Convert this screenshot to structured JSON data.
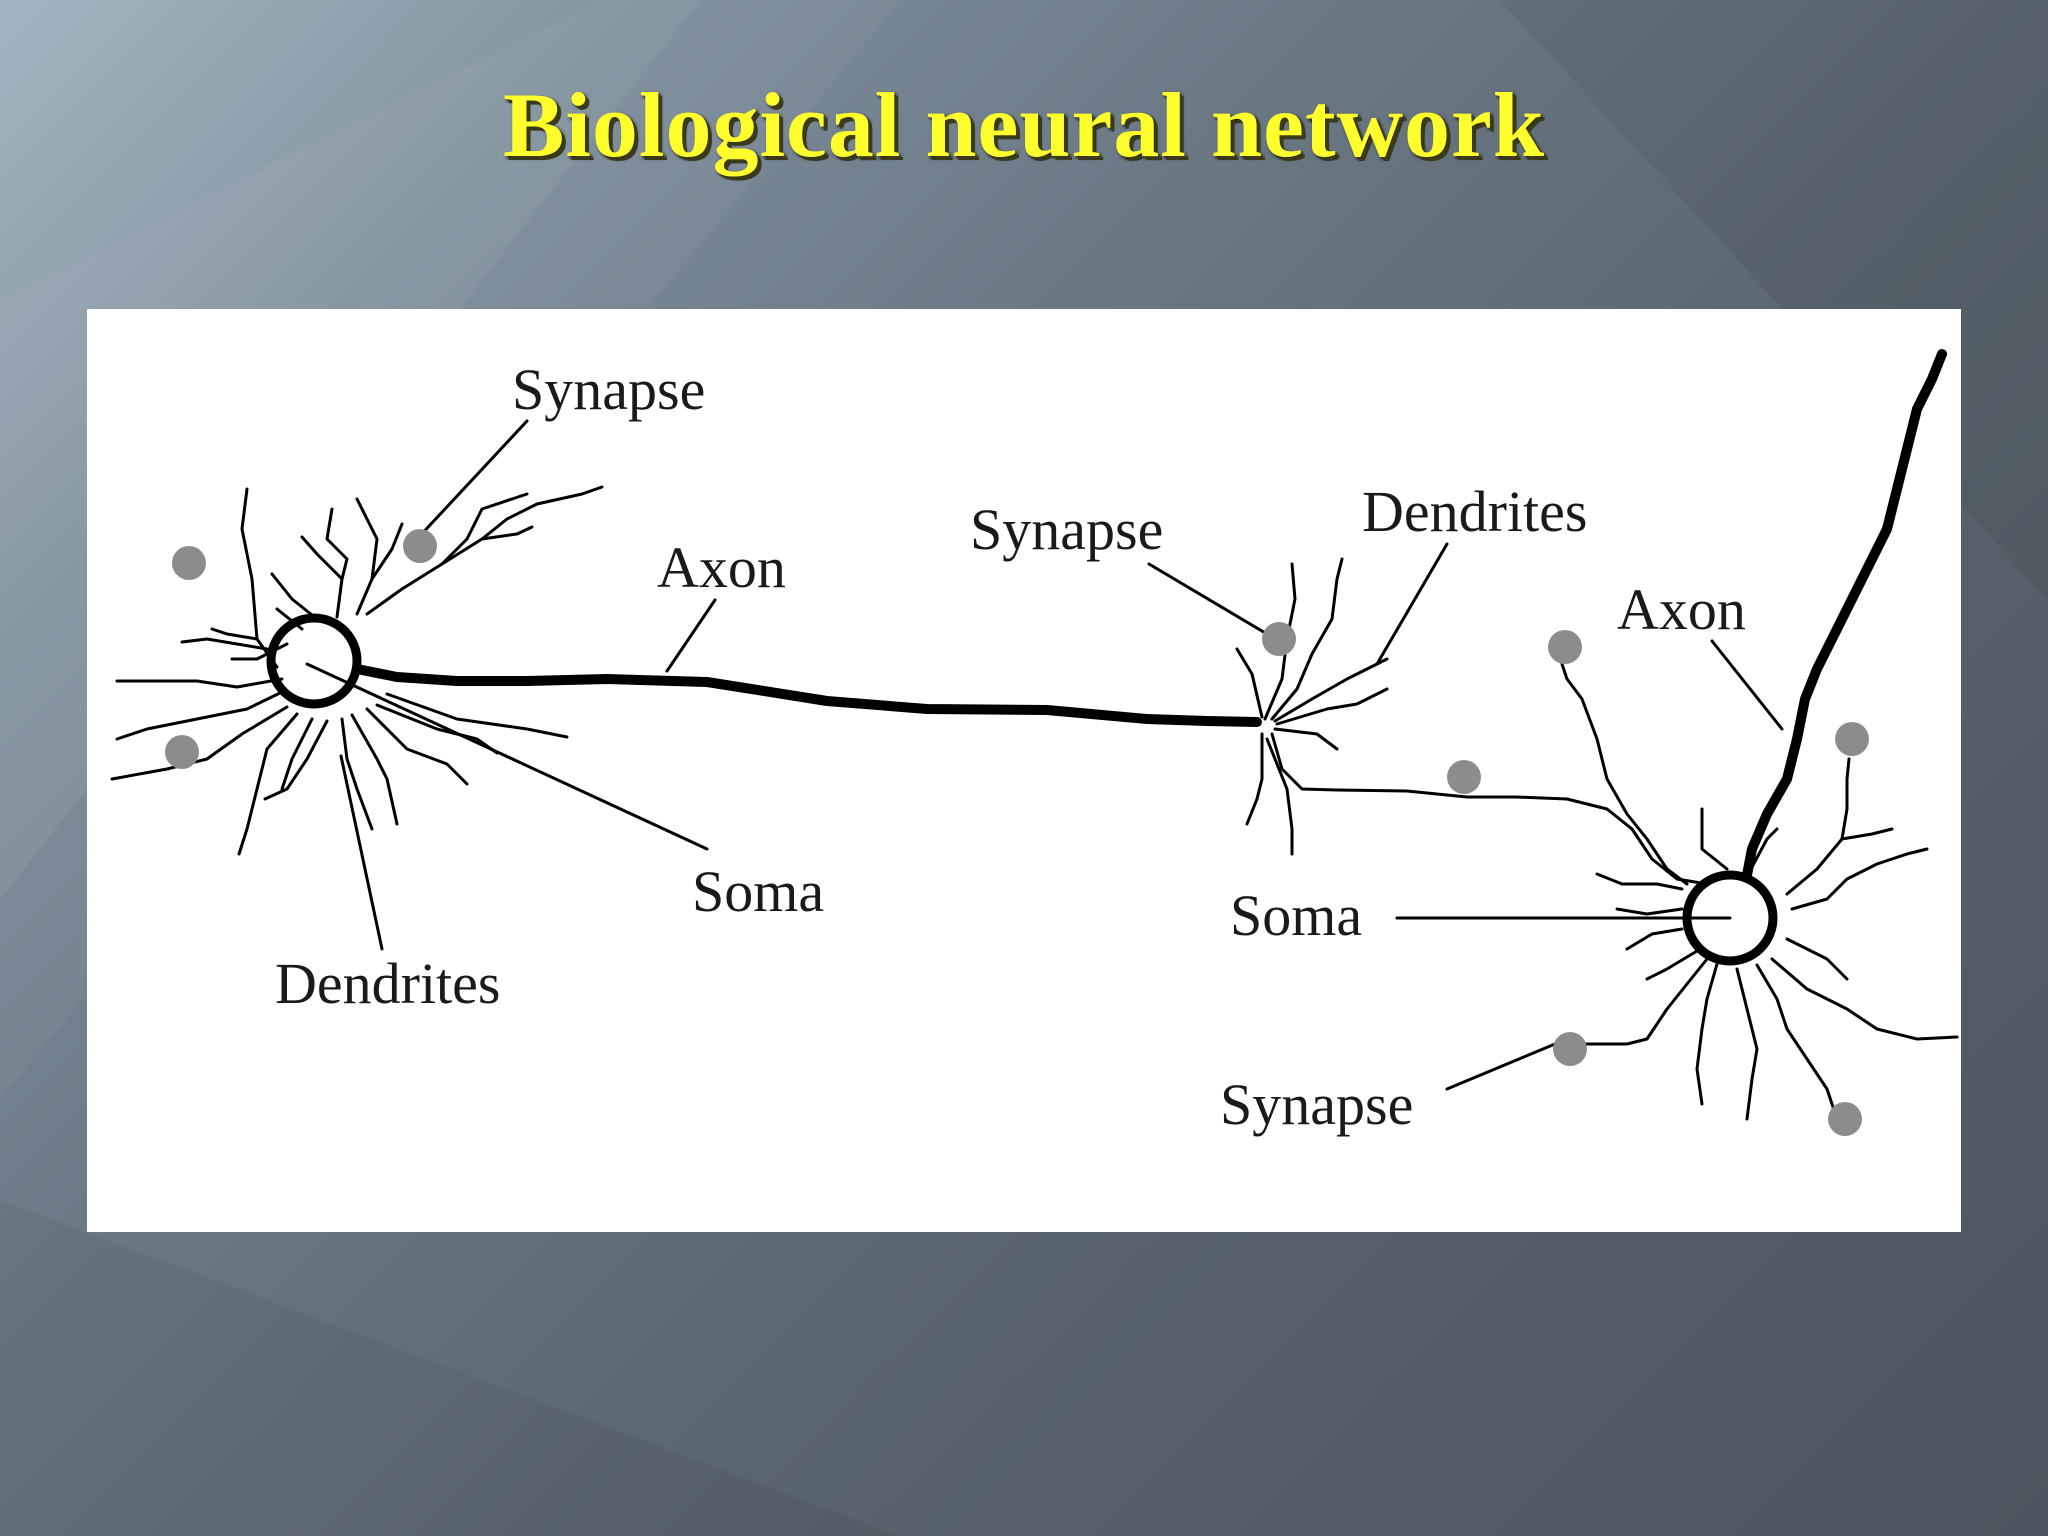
{
  "slide": {
    "title": "Biological neural network"
  },
  "diagram": {
    "labels": {
      "synapse_top_left": "Synapse",
      "axon_left": "Axon",
      "soma_left": "Soma",
      "dendrites_left": "Dendrites",
      "synapse_middle": "Synapse",
      "dendrites_middle": "Dendrites",
      "axon_right": "Axon",
      "soma_right": "Soma",
      "synapse_bottom_right": "Synapse"
    }
  },
  "colors": {
    "title": "#ffff2e",
    "synapse_dot": "#8c8c8c",
    "ink": "#000000"
  }
}
